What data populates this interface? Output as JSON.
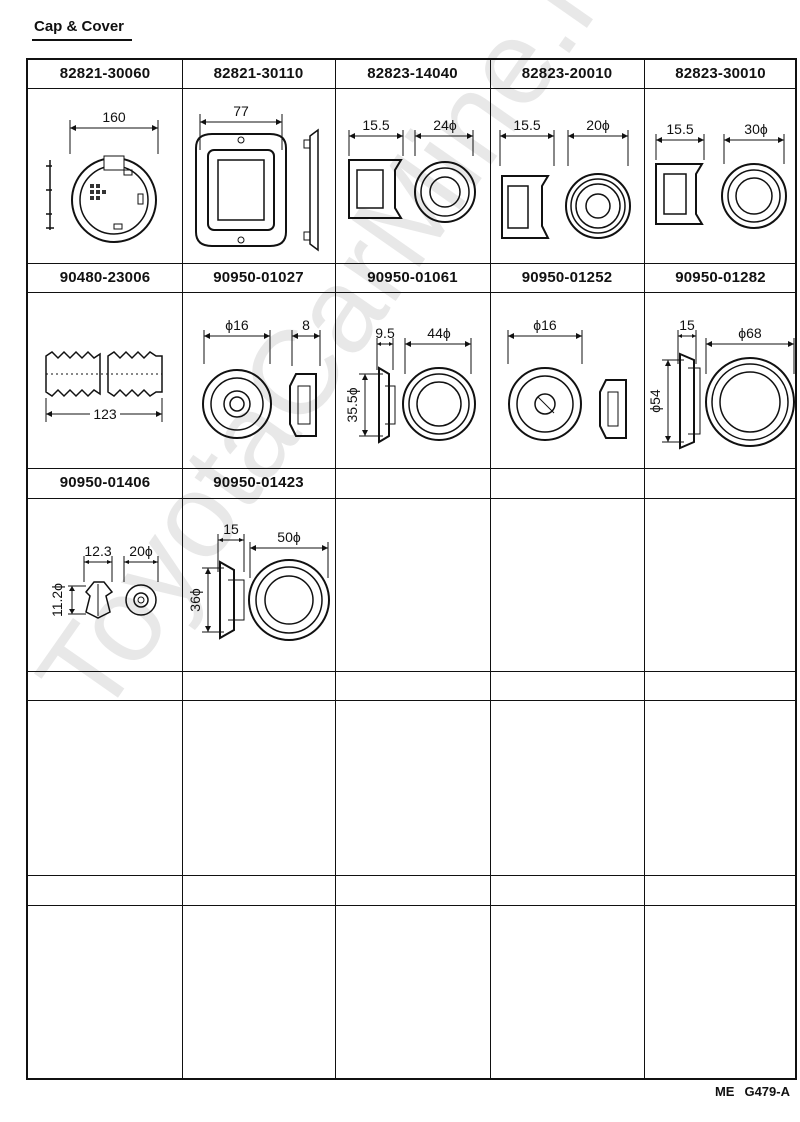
{
  "header": {
    "title": "Cap & Cover"
  },
  "parts_row1": [
    "82821-30060",
    "82821-30110",
    "82823-14040",
    "82823-20010",
    "82823-30010"
  ],
  "parts_row2": [
    "90480-23006",
    "90950-01027",
    "90950-01061",
    "90950-01252",
    "90950-01282"
  ],
  "parts_row3": [
    "90950-01406",
    "90950-01423"
  ],
  "dims": {
    "p1": "160",
    "p2": "77",
    "p3_a": "15.5",
    "p3_b": "24ϕ",
    "p4_a": "15.5",
    "p4_b": "20ϕ",
    "p5_a": "15.5",
    "p5_b": "30ϕ",
    "p6": "123",
    "p7_a": "ϕ16",
    "p7_b": "8",
    "p8_a": "9.5",
    "p8_b": "44ϕ",
    "p8_c": "35.5ϕ",
    "p9": "ϕ16",
    "p10_a": "15",
    "p10_b": "ϕ68",
    "p10_c": "ϕ54",
    "p11_a": "12.3",
    "p11_b": "20ϕ",
    "p11_c": "11.2ϕ",
    "p12_a": "15",
    "p12_b": "50ϕ",
    "p12_c": "36ϕ"
  },
  "footer": {
    "left": "ME",
    "right": "G479-A"
  },
  "watermark": "ToyotaCarMine.ru"
}
